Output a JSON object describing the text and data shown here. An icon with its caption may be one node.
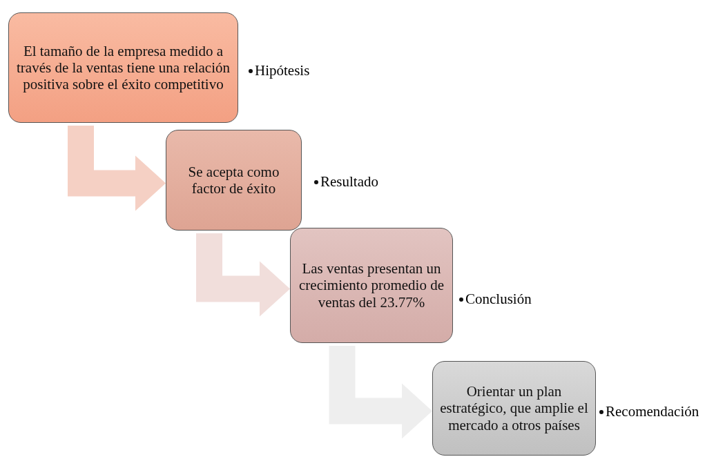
{
  "diagram": {
    "nodes": [
      {
        "text": [
          "El tamaño de la empresa medido a través de la ventas tiene una relación positiva sobre el éxito competitivo"
        ],
        "beside": [
          "Hipótesis"
        ]
      },
      {
        "text": [
          "Se acepta como factor de éxito"
        ],
        "beside": [
          "Resultado"
        ]
      },
      {
        "text": [
          "Las ventas presentan un crecimiento promedio de ventas del 23.77%"
        ],
        "beside": [
          "Conclusión"
        ]
      },
      {
        "text": [
          "Orientar un plan estratégico, que amplie el mercado a otros países"
        ],
        "beside": [
          "Recomendación"
        ]
      }
    ],
    "edges": [
      {
        "from": 0,
        "to": 1,
        "arrow": "to",
        "color": "#f5d0c4"
      },
      {
        "from": 1,
        "to": 2,
        "arrow": "to",
        "color": "#f1dedb"
      },
      {
        "from": 2,
        "to": 3,
        "arrow": "to",
        "color": "#eeeeee"
      }
    ]
  }
}
